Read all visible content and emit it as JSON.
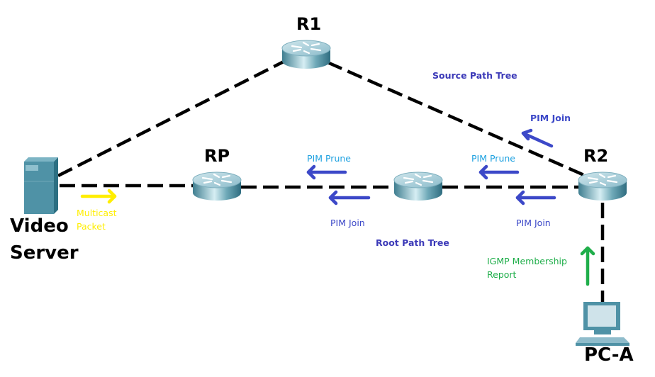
{
  "colors": {
    "link": "#000000",
    "router_top": "#b9d6df",
    "router_side": "#5a97a8",
    "server": "#4f92a6",
    "join_arrow": "#3c48c8",
    "join_text": "#3c48c8",
    "prune_text": "#1ea1e0",
    "tree_text": "#3c3ab8",
    "multicast": "#ffee00",
    "igmp": "#1fae4a"
  },
  "nodes": {
    "r1": {
      "label": "R1",
      "icon": "router-icon"
    },
    "rp": {
      "label": "RP",
      "icon": "router-icon"
    },
    "mid": {
      "label": "",
      "icon": "router-icon"
    },
    "r2": {
      "label": "R2",
      "icon": "router-icon"
    },
    "server": {
      "label_line1": "Video",
      "label_line2": "Server",
      "icon": "server-icon"
    },
    "pca": {
      "label": "PC-A",
      "icon": "pc-icon"
    }
  },
  "annotations": {
    "source_path_tree": "Source Path Tree",
    "root_path_tree": "Root Path Tree",
    "pim_join_top": "PIM Join",
    "pim_prune_left": "PIM Prune",
    "pim_prune_right": "PIM Prune",
    "pim_join_left": "PIM Join",
    "pim_join_right": "PIM Join",
    "multicast_line1": "Multicast",
    "multicast_line2": "Packet",
    "igmp_line1": "IGMP Membership",
    "igmp_line2": "Report"
  }
}
